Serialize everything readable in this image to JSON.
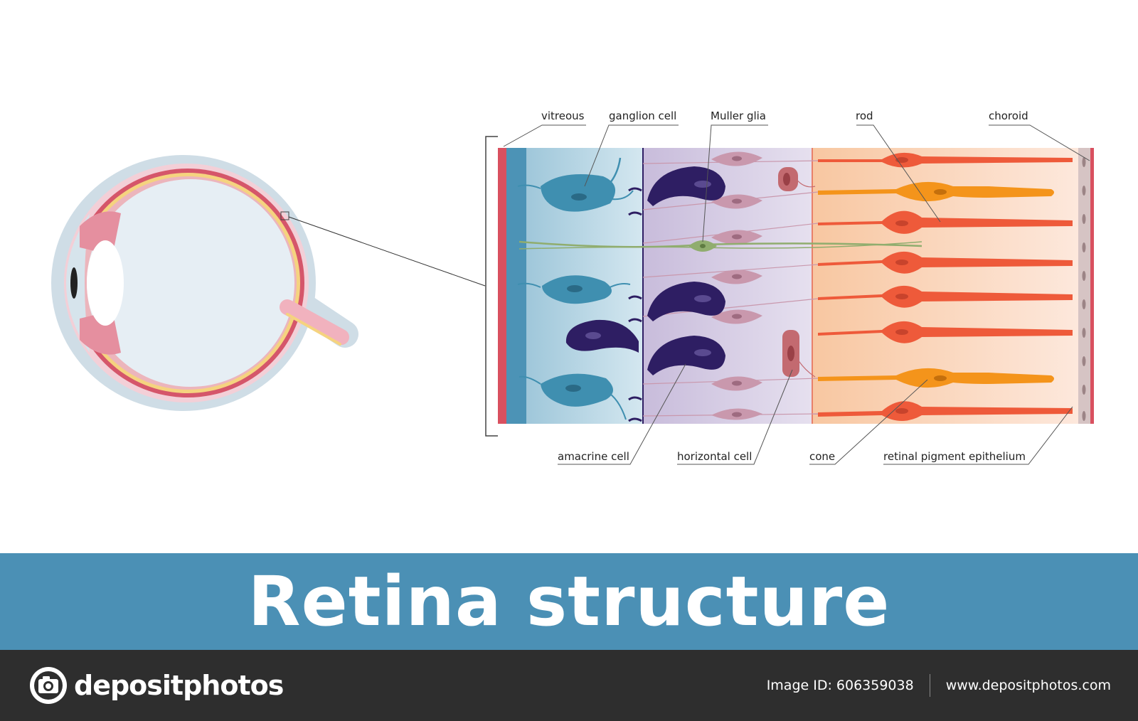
{
  "labels": {
    "vitreous": "vitreous",
    "ganglion": "ganglion cell",
    "muller": "Muller glia",
    "rod": "rod",
    "choroid": "choroid",
    "amacrine": "amacrine cell",
    "horizontal": "horizontal cell",
    "cone": "cone",
    "rpe": "retinal pigment epithelium"
  },
  "title": "Retina structure",
  "footer": {
    "brand": "depositphotos",
    "image_id": "Image ID: 606359038",
    "url": "www.depositphotos.com"
  },
  "colors": {
    "title_band": "#4b90b5",
    "footer": "#2e2e2e",
    "ganglion": "#3f8fb0",
    "amacrine": "#2e1e63",
    "horizontal": "#c36a70",
    "bipolar": "#c998ad",
    "rod": "#ee5a3a",
    "cone": "#f4941b",
    "muller": "#90ad6e",
    "rpe": "#d6c4c4",
    "choroid": "#d9505f"
  },
  "icons": [
    "camera-icon"
  ]
}
